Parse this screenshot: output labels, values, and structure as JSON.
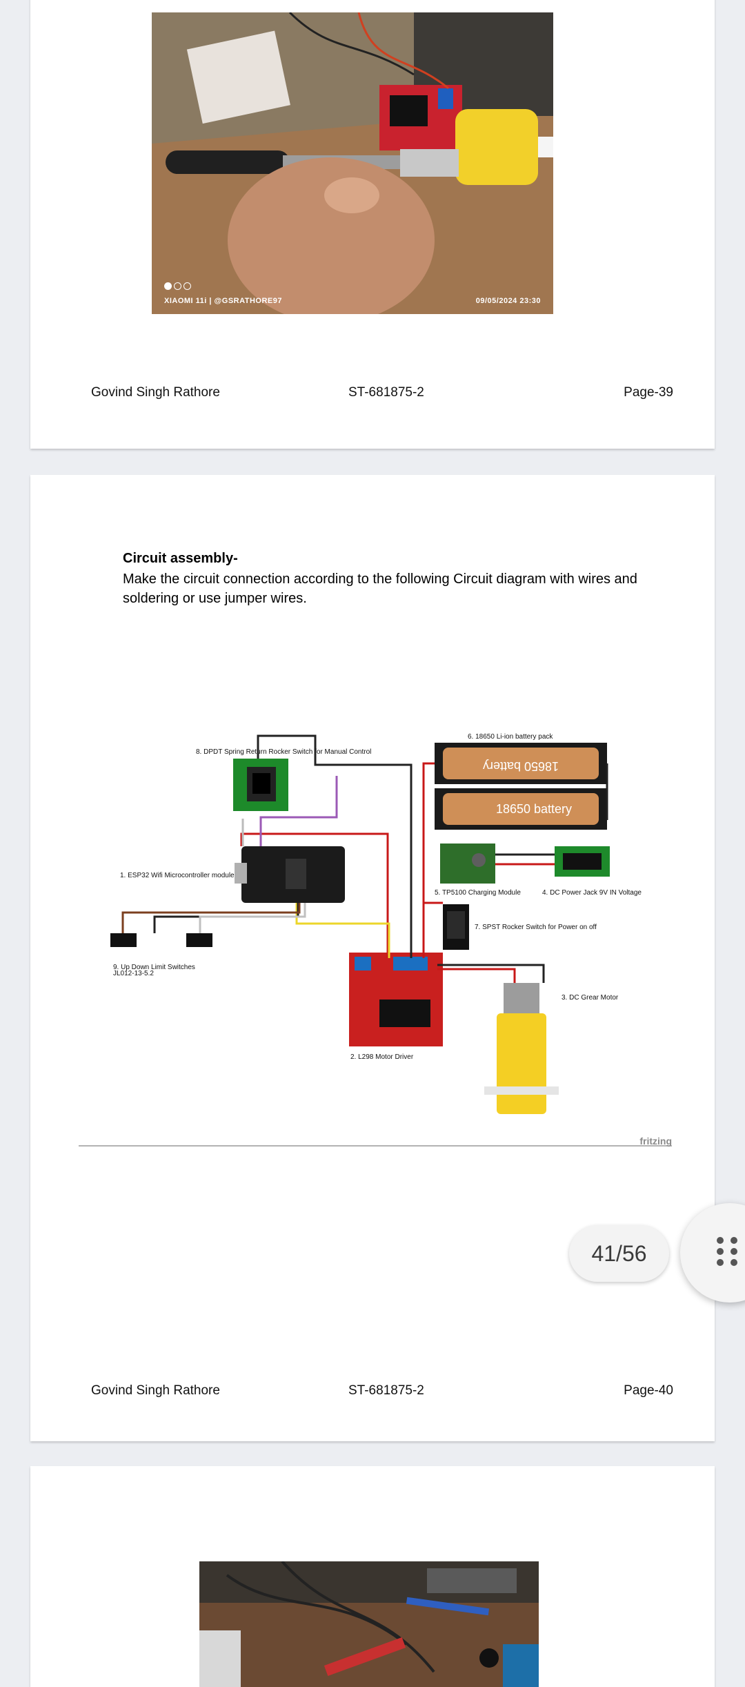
{
  "document": {
    "pages": [
      {
        "footer": {
          "author": "Govind Singh Rathore",
          "id": "ST-681875-2",
          "page": "Page-39"
        },
        "photo_overlay": {
          "camera": "XIAOMI 11i | @GSRATHORE97",
          "datetime": "09/05/2024  23:30"
        }
      },
      {
        "heading": "Circuit assembly-",
        "body": "Make the circuit connection according to the following Circuit diagram with wires and soldering or use jumper wires.",
        "diagram_labels": {
          "switch_dpdt": "8. DPDT Spring Return Rocker Switch for Manual Control",
          "battery_pack": "6. 18650 Li-ion battery pack",
          "battery_text": "18650 battery",
          "esp32": "1. ESP32 Wifi Microcontroller module",
          "tp5100": "5. TP5100 Charging Module",
          "dc_jack": "4. DC Power Jack 9V IN Voltage",
          "spst": "7. SPST Rocker Switch for Power on off",
          "limit_switches_1": "9. Up Down Limit Switches",
          "limit_switches_2": "JL012-13-5.2",
          "motor": "3. DC Grear Motor",
          "driver": "2. L298 Motor Driver",
          "fritzing": "fritzing"
        },
        "footer": {
          "author": "Govind Singh Rathore",
          "id": "ST-681875-2",
          "page": "Page-40"
        }
      }
    ]
  },
  "viewer": {
    "page_counter": "41/56",
    "menu_button_icon": "grid-dots-icon"
  }
}
